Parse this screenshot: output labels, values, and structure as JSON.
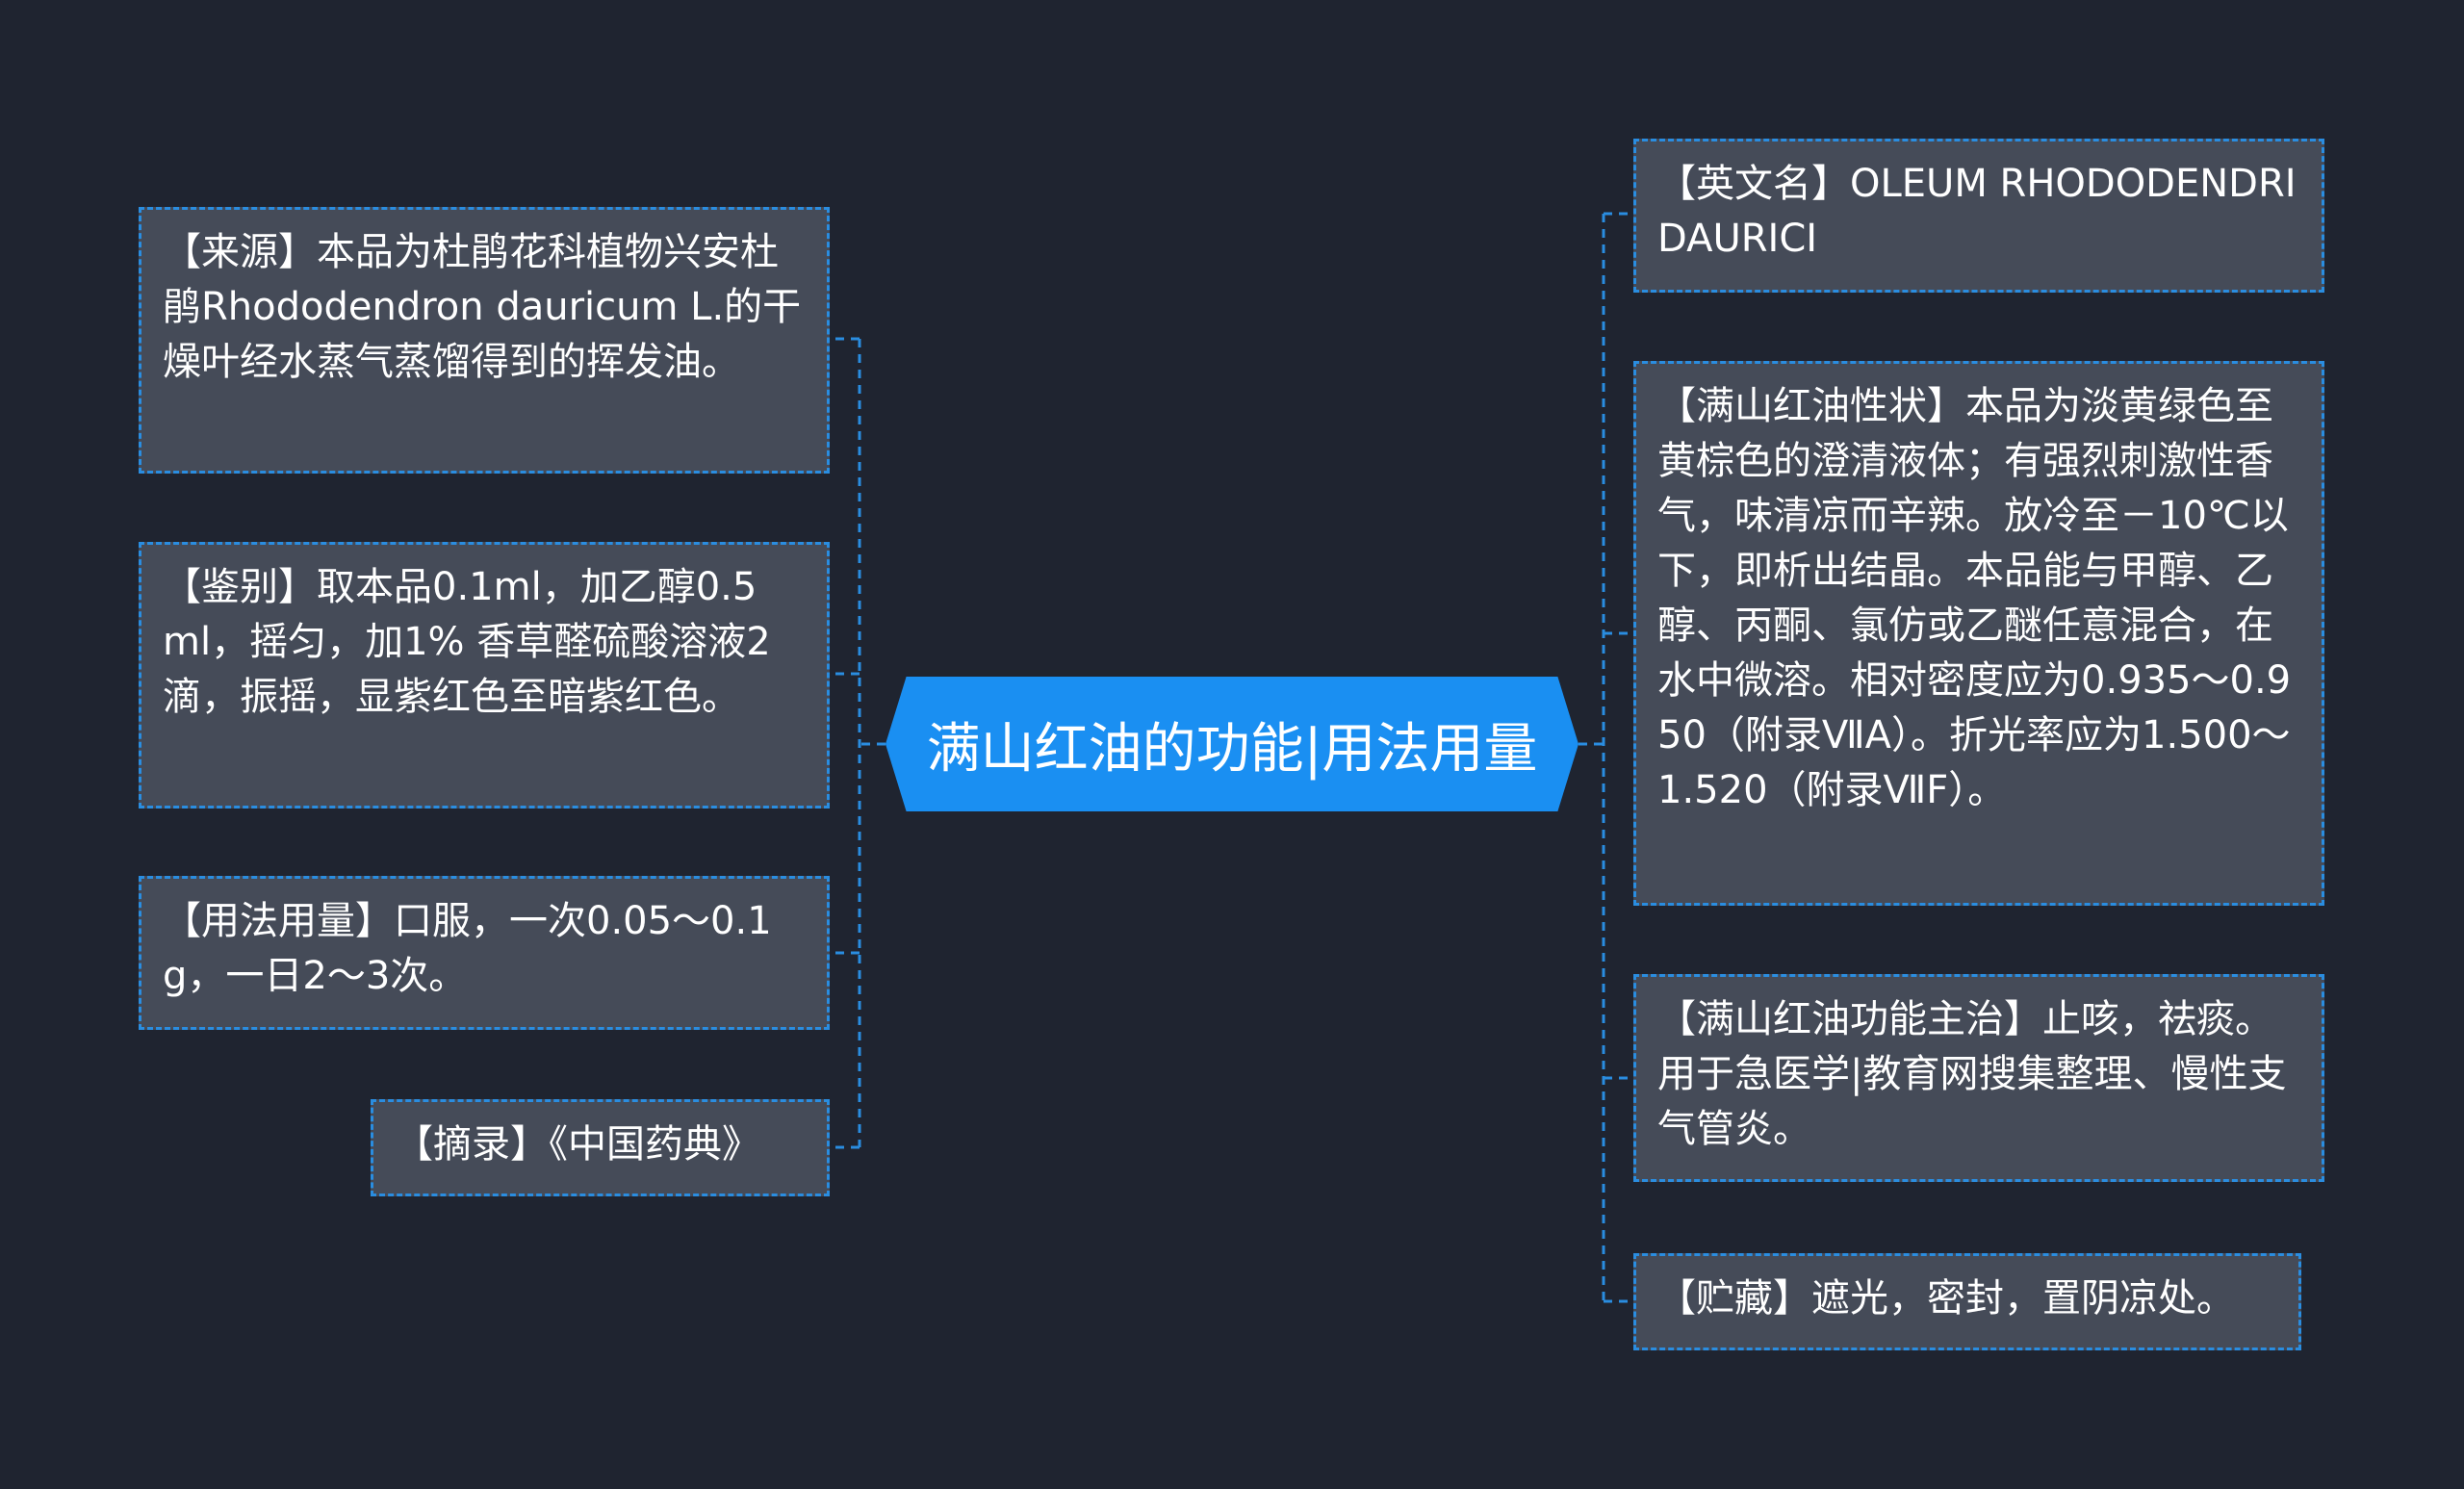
{
  "title": "满山红油的功能|用法用量",
  "left_nodes": [
    {
      "text": "【来源】本品为杜鹃花科植物兴安杜鹃Rhododendron dauricum L.的干燥叶经水蒸气蒸馏得到的挥发油。"
    },
    {
      "text": "【鉴别】取本品0.1ml，加乙醇0.5 ml，摇匀，加1% 香草醛硫酸溶液2 滴，振摇，显紫红色至暗紫红色。"
    },
    {
      "text": "【用法用量】口服，一次0.05～0.1g，一日2～3次。"
    },
    {
      "text": "【摘录】《中国药典》"
    }
  ],
  "right_nodes": [
    {
      "text": "【英文名】OLEUM RHODODENDRI DAURICI"
    },
    {
      "text": "【满山红油性状】本品为淡黄绿色至黄棕色的澄清液体；有强烈刺激性香气，味清凉而辛辣。放冷至－10℃以下，即析出结晶。本品能与甲醇、乙醇、丙酮、氯仿或乙醚任意混合，在水中微溶。相对密度应为0.935～0.950（附录ⅦA）。折光率应为1.500～1.520（附录ⅦF）。"
    },
    {
      "text": "【满山红油功能主治】止咳，祛痰。用于急医学|教育网搜集整理、慢性支气管炎。"
    },
    {
      "text": "【贮藏】遮光，密封，置阴凉处。"
    }
  ],
  "colors": {
    "background": "#1f2430",
    "node_fill": "#454b58",
    "accent": "#1a8ff2",
    "connector": "#2a8de0"
  }
}
